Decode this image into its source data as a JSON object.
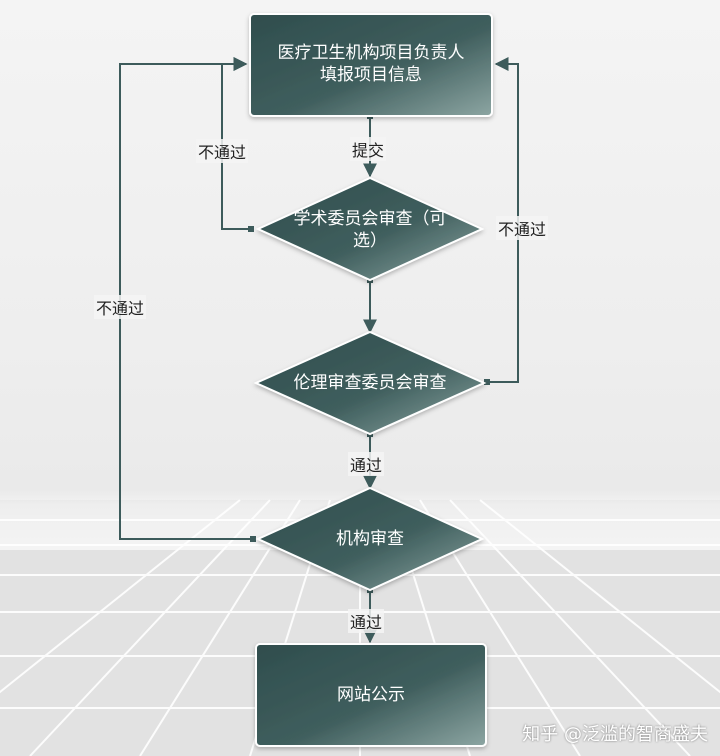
{
  "colors": {
    "node_fill_dark": "#2f4d4d",
    "node_fill_light": "#6f8c8a",
    "connector": "#3d5b5b",
    "label_text": "#222222"
  },
  "nodes": {
    "fill_form": {
      "line1": "医疗卫生机构项目负责人",
      "line2": "填报项目信息"
    },
    "academic_review": {
      "line1": "学术委员会审查（可",
      "line2": "选）"
    },
    "ethics_review": {
      "line1": "伦理审查委员会审查"
    },
    "institution_review": {
      "line1": "机构审查"
    },
    "website_publicity": {
      "line1": "网站公示"
    }
  },
  "edges": {
    "submit": "提交",
    "academic_reject": "不通过",
    "ethics_reject": "不通过",
    "institution_reject": "不通过",
    "ethics_pass": "通过",
    "institution_pass": "通过"
  },
  "watermark": "知乎 @泛滥的智商盛夫"
}
